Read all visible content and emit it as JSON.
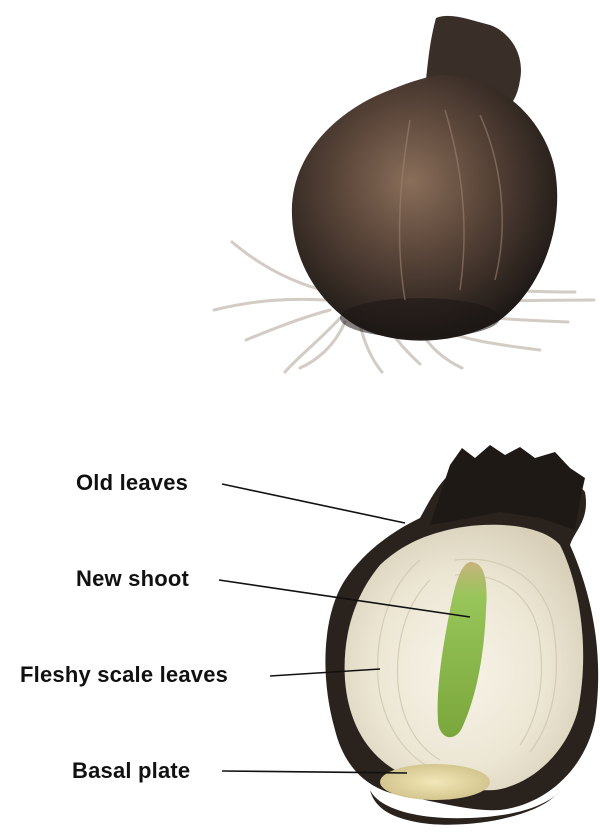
{
  "labels": {
    "old_leaves": "Old leaves",
    "new_shoot": "New shoot",
    "fleshy_scale_leaves": "Fleshy scale leaves",
    "basal_plate": "Basal plate"
  },
  "colors": {
    "background": "#ffffff",
    "label_text": "#111111",
    "leader_line": "#111111",
    "bulb_skin_dark": "#2a221d",
    "bulb_skin_light": "#8a6f5a",
    "flesh": "#efeadc",
    "shoot": "#8fbf4a",
    "roots": "#cfc9c2"
  }
}
